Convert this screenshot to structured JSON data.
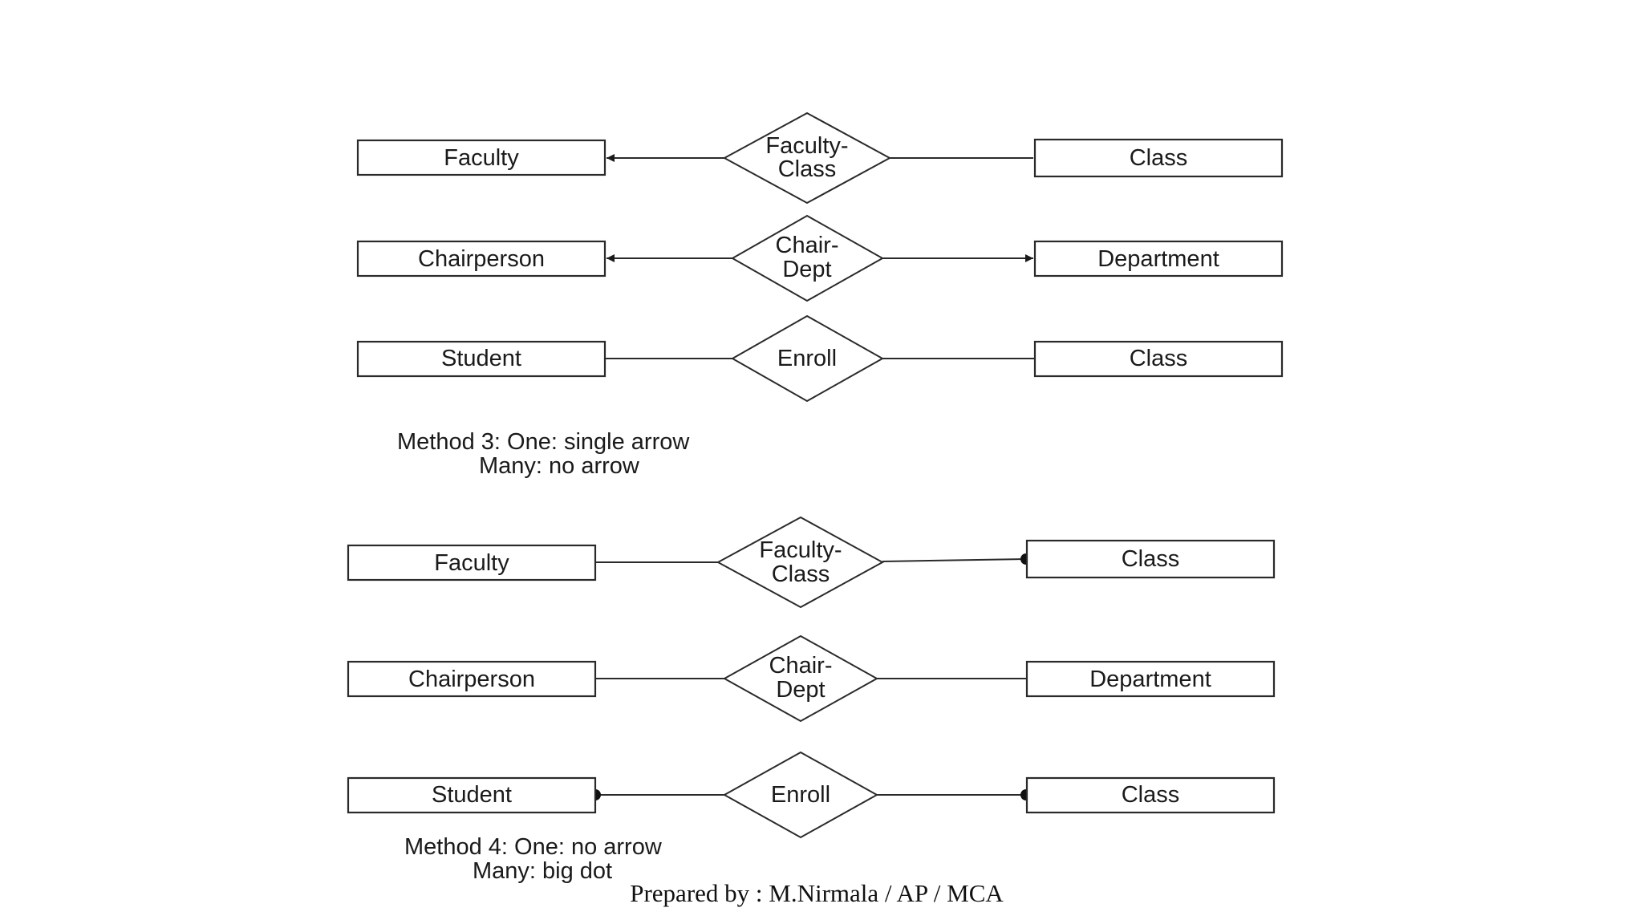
{
  "method3": {
    "rows": [
      {
        "left": "Faculty",
        "rel": [
          "Faculty-",
          "Class"
        ],
        "right": "Class"
      },
      {
        "left": "Chairperson",
        "rel": [
          "Chair-",
          "Dept"
        ],
        "right": "Department"
      },
      {
        "left": "Student",
        "rel": [
          "Enroll"
        ],
        "right": "Class"
      }
    ],
    "caption": [
      "Method 3:  One: single arrow",
      "Many: no arrow"
    ]
  },
  "method4": {
    "rows": [
      {
        "left": "Faculty",
        "rel": [
          "Faculty-",
          "Class"
        ],
        "right": "Class"
      },
      {
        "left": "Chairperson",
        "rel": [
          "Chair-",
          "Dept"
        ],
        "right": "Department"
      },
      {
        "left": "Student",
        "rel": [
          "Enroll"
        ],
        "right": "Class"
      }
    ],
    "caption": [
      "Method 4: One: no arrow",
      "Many: big dot"
    ]
  },
  "footer": "Prepared by : M.Nirmala / AP / MCA"
}
